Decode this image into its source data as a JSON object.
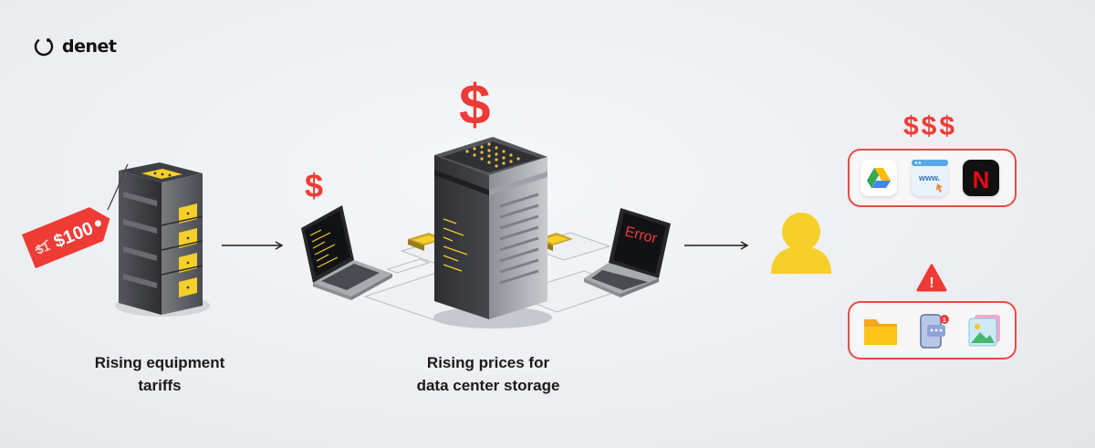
{
  "brand": {
    "logo_text": "denet"
  },
  "equipment": {
    "price_tag_old": "$1",
    "price_tag_new": "$100",
    "caption_line1": "Rising equipment",
    "caption_line2": "tariffs"
  },
  "datacenter": {
    "small_price": "$",
    "big_price": "$",
    "caption_line1": "Rising prices for",
    "caption_line2": "data center storage",
    "error_text": "Error"
  },
  "user_apps": {
    "price_indicator": "$$$",
    "warning_symbol": "!",
    "browser_text": "www.",
    "message_badge": "1",
    "netflix_letter": "N"
  },
  "colors": {
    "accent_red": "#ef3b36",
    "server_yellow": "#f6cf2a",
    "user_yellow": "#f6cf2a",
    "server_dark": "#3a3b40"
  }
}
